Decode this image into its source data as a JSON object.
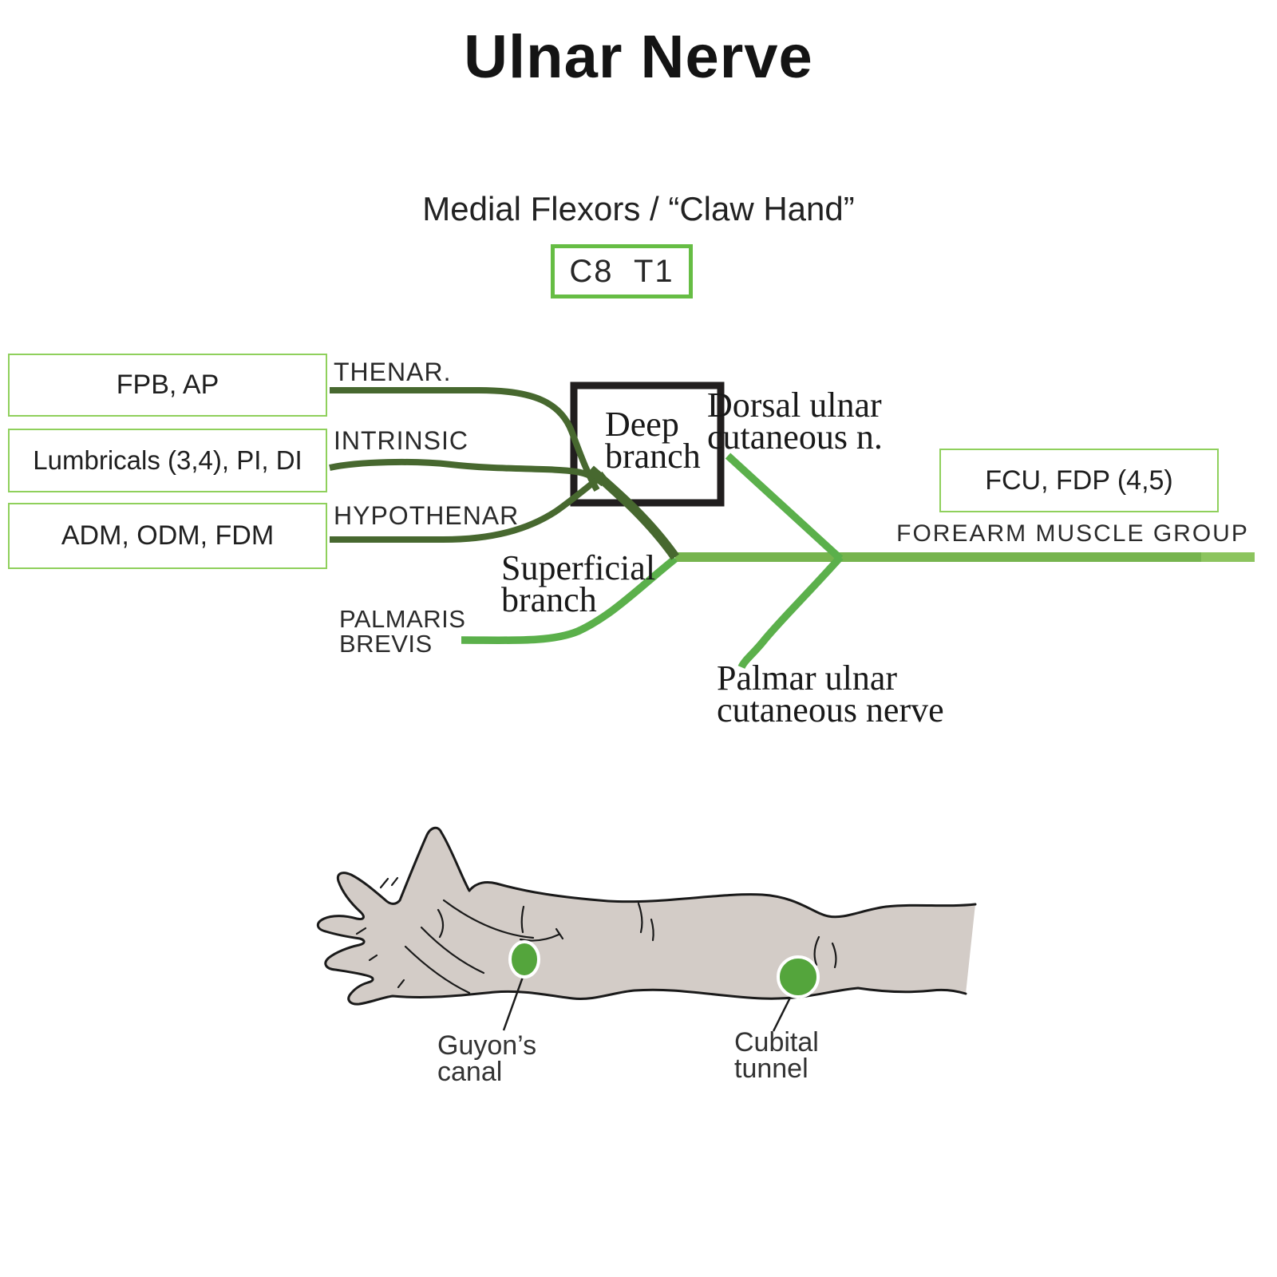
{
  "title": "Ulnar Nerve",
  "subtitle": "Medial Flexors / “Claw Hand”",
  "nerve_roots": "C8  T1",
  "muscle_boxes": [
    {
      "label": "FPB, AP"
    },
    {
      "label": "Lumbricals (3,4), PI, DI"
    },
    {
      "label": "ADM, ODM, FDM"
    }
  ],
  "group_labels": {
    "thenar": "THENAR.",
    "intrinsic": "INTRINSIC",
    "hypothenar": "HYPOTHENAR",
    "palmaris": "PALMARIS\nBREVIS"
  },
  "branches": {
    "deep": "Deep\nbranch",
    "superficial": "Superficial\nbranch",
    "dorsal_cutaneous": "Dorsal ulnar\ncutaneous n.",
    "palmar_cutaneous": "Palmar  ulnar\ncutaneous nerve"
  },
  "forearm": {
    "box_label": "FCU, FDP (4,5)",
    "group_label": "FOREARM MUSCLE GROUP"
  },
  "anatomy_labels": {
    "guyons_canal": "Guyon’s\ncanal",
    "cubital_tunnel": "Cubital\ntunnel"
  },
  "colors": {
    "dark_nerve": "#47682f",
    "branch_green": "#5bb04b",
    "trunk_green": "#76b44e",
    "trunk_green_light": "#8cc45e",
    "muscle_box_border": "#8fd05c",
    "roots_box_border": "#66bd44",
    "deep_box_border": "#211e1e",
    "arm_fill": "#d3ccc7",
    "arm_outline": "#1a1a1a",
    "landmark_dot": "#54a53c"
  }
}
